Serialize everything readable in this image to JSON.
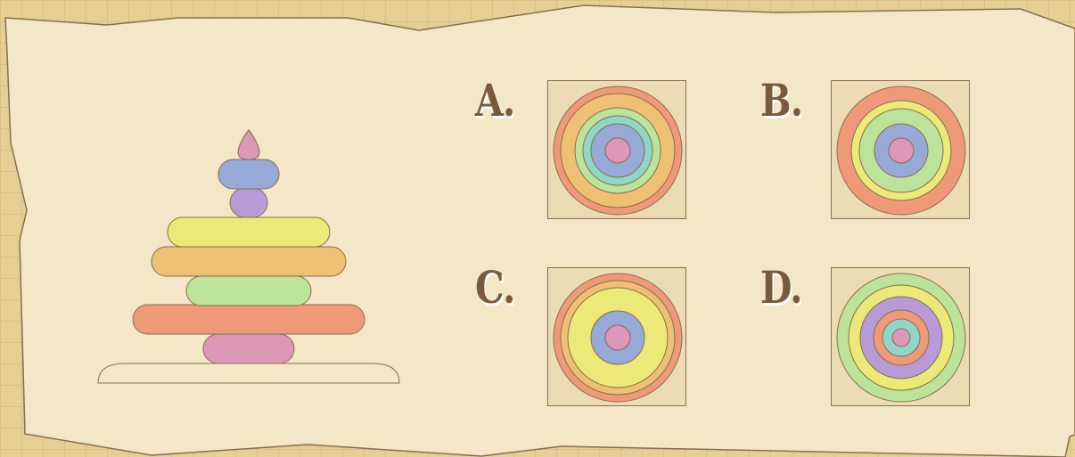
{
  "colors": {
    "paper": "#f3e7c7",
    "outline": "#8a6c50",
    "label": "#7a5a3e",
    "box_bg": "#ecdcb4",
    "pink": "#dd97b9",
    "blue": "#97a9d6",
    "purple": "#b89ad6",
    "yellow": "#ece978",
    "orange": "#eec074",
    "green": "#bbe39a",
    "salmon": "#ee9a78",
    "teal": "#8fd6c6",
    "base": "#f3e7c7"
  },
  "stack": [
    {
      "name": "top-knob",
      "color": "pink",
      "shape": "drop"
    },
    {
      "name": "ring-blue",
      "color": "blue"
    },
    {
      "name": "ring-purple",
      "color": "purple"
    },
    {
      "name": "ring-yellow",
      "color": "yellow"
    },
    {
      "name": "ring-orange",
      "color": "orange"
    },
    {
      "name": "ring-green",
      "color": "green"
    },
    {
      "name": "ring-salmon",
      "color": "salmon"
    },
    {
      "name": "ring-pink",
      "color": "pink"
    },
    {
      "name": "base",
      "color": "base"
    }
  ],
  "options": [
    {
      "label": "A.",
      "rings_outer_to_inner": [
        "salmon",
        "orange",
        "green",
        "teal",
        "blue",
        "pink"
      ]
    },
    {
      "label": "B.",
      "rings_outer_to_inner": [
        "salmon",
        "yellow",
        "green",
        "blue",
        "pink"
      ]
    },
    {
      "label": "C.",
      "rings_outer_to_inner": [
        "salmon",
        "orange",
        "yellow",
        "blue",
        "pink"
      ]
    },
    {
      "label": "D.",
      "rings_outer_to_inner": [
        "green",
        "yellow",
        "purple",
        "salmon",
        "teal",
        "pink"
      ]
    }
  ]
}
